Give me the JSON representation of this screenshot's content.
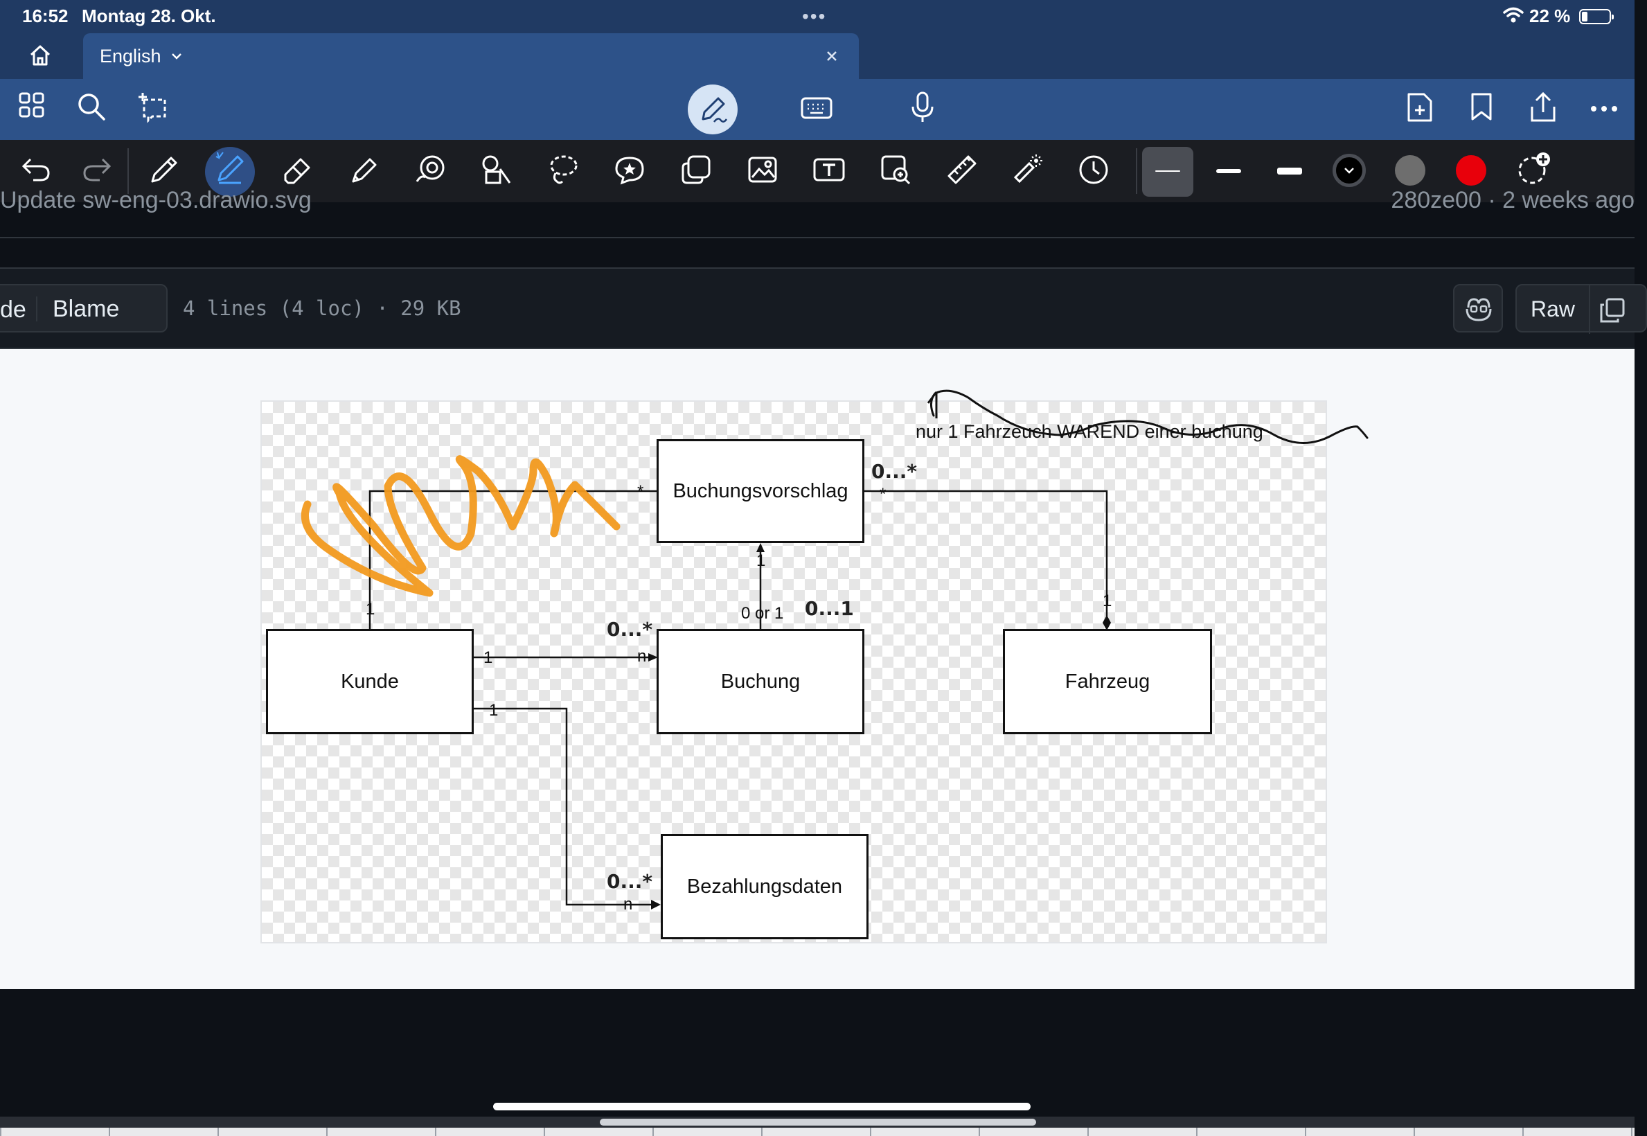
{
  "status": {
    "time": "16:52",
    "date": "Montag 28. Okt.",
    "battery": "22 %",
    "battery_level": 0.22,
    "dots": "•••"
  },
  "tab": {
    "title": "English",
    "close": "×"
  },
  "github": {
    "commit_message": "Update sw-eng-03.drawio.svg",
    "commit_meta": "280ze00 · 2 weeks ago",
    "code_tab": "de",
    "blame_tab": "Blame",
    "file_info": "4 lines (4 loc) · 29 KB",
    "raw_button": "Raw"
  },
  "diagram": {
    "boxes": {
      "buchungsvorschlag": "Buchungsvorschlag",
      "kunde": "Kunde",
      "buchung": "Buchung",
      "fahrzeug": "Fahrzeug",
      "bezahlungsdaten": "Bezahlungsdaten"
    },
    "labels": {
      "star_left": "*",
      "star_right": "*",
      "one_vorschlag": "1",
      "zero_or_one": "0 or 1",
      "one_kunde_up": "1",
      "one_kunde_buchung": "1",
      "n_buchung": "n",
      "one_kunde_bezahl": "1",
      "n_bezahl": "n",
      "one_fahrzeug": "1"
    },
    "handwriting": {
      "note": "nur 1 Fahrzeuch WAREND einer buchung",
      "mult_vorschlag": "0...*",
      "mult_buchung_top": "0...1",
      "mult_buchung_left": "0...*",
      "mult_bezahl": "0...*"
    }
  },
  "colors": {
    "status_bg": "#203a63",
    "toolbar_bg": "#2d5289",
    "drawbar_bg": "#1b1d22",
    "highlighter": "#f29a1f",
    "swatch_black": "#000000",
    "swatch_gray": "#6e6e6e",
    "swatch_red": "#e8000b"
  },
  "icons": [
    "home-icon",
    "chevron-down-icon",
    "close-icon",
    "grid-icon",
    "search-icon",
    "lasso-add-icon",
    "pen-mode-icon",
    "keyboard-icon",
    "microphone-icon",
    "add-page-icon",
    "bookmark-icon",
    "share-icon",
    "more-icon",
    "undo-icon",
    "redo-icon",
    "pen-icon",
    "eraser-icon",
    "highlighter-icon",
    "shapes-icon",
    "lasso-icon",
    "sticker-icon",
    "element-icon",
    "image-icon",
    "textbox-icon",
    "image-search-icon",
    "ruler-icon",
    "laser-icon",
    "history-icon",
    "add-color-icon",
    "copilot-icon",
    "copy-icon"
  ]
}
